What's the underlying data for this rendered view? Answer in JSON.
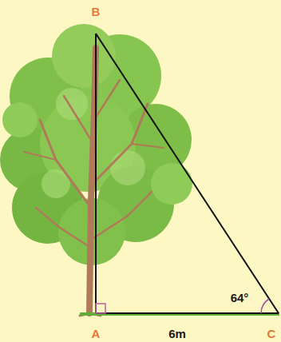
{
  "diagram": {
    "labels": [
      "B",
      "A",
      "6m",
      "64°",
      "C"
    ]
  }
}
